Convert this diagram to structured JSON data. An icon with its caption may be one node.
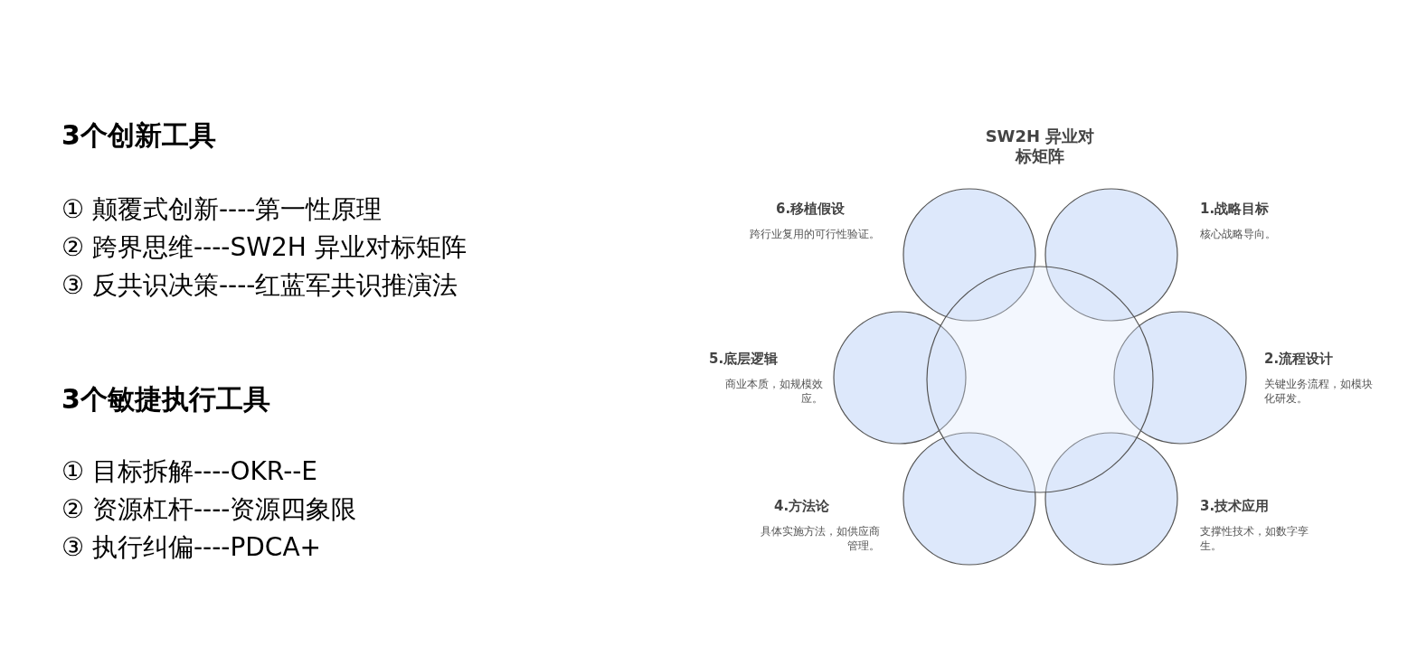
{
  "diagram": {
    "title": "SW2H 异业对标矩阵",
    "nodes": [
      {
        "text": [],
        "shape": "circle"
      },
      {
        "text": [
          "6.移植假设",
          "跨行业复用的可行性验证。"
        ]
      },
      {
        "text": [
          "1.战略目标",
          "核心战略导向。"
        ]
      },
      {
        "text": [
          "5.底层逻辑",
          "商业本质，如规模效应。"
        ]
      },
      {
        "text": [
          "2.流程设计",
          "关键业务流程，如模块化研发。"
        ]
      },
      {
        "text": [
          "4.方法论",
          "具体实施方法，如供应商管理。"
        ]
      },
      {
        "text": [
          "3.技术应用",
          "支撑性技术，如数字孪生。"
        ]
      }
    ],
    "edges": [],
    "labels": [
      "3个创新工具",
      "① 颠覆式创新----第一性原理",
      "② 跨界思维----SW2H 异业对标矩阵",
      "③ 反共识决策----红蓝军共识推演法",
      "3个敏捷执行工具",
      "① 目标拆解----OKR--E",
      "② 资源杠杆----资源四象限",
      "③ 执行纠偏----PDCA+"
    ]
  }
}
